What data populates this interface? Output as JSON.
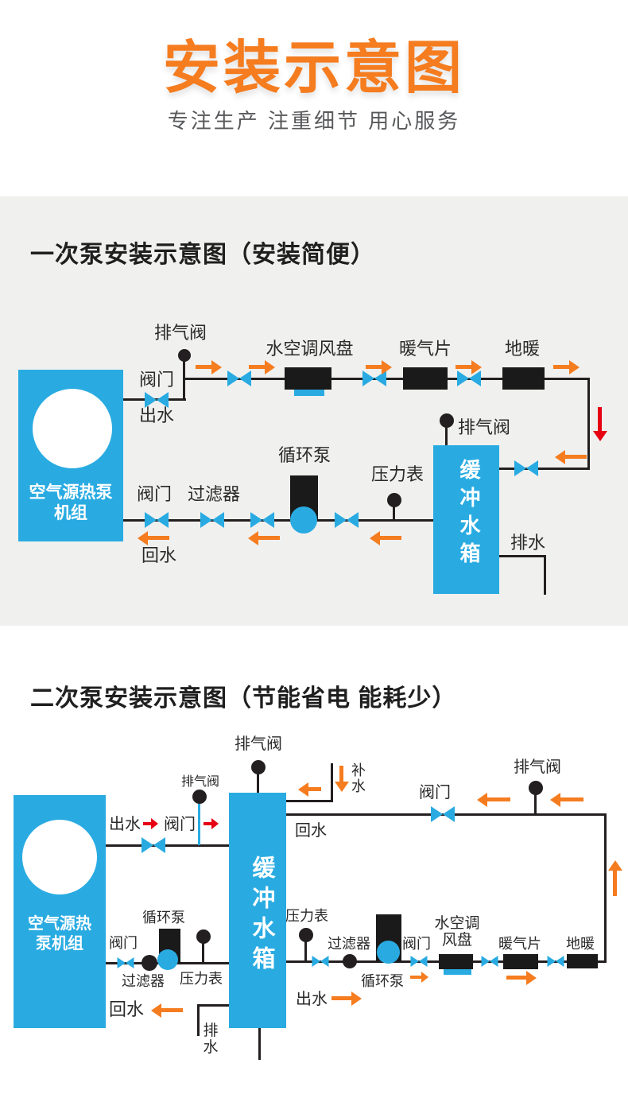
{
  "header": {
    "title": "安装示意图",
    "subtitle": "专注生产 注重细节 用心服务"
  },
  "palette": {
    "accent_orange": "#f57c1f",
    "device_blue": "#29abe2",
    "arrow_red": "#e60012",
    "pipe_black": "#231f20",
    "section_bg": "#f0f0ee"
  },
  "diagram1": {
    "title": "一次泵安装示意图（安装简便）",
    "unit": "空气源热泵机组",
    "tank": "缓冲水箱",
    "labels": {
      "vent": "排气阀",
      "valve": "阀门",
      "outlet": "出水",
      "fan_coil": "水空调风盘",
      "radiator": "暖气片",
      "floor_heating": "地暖",
      "pump": "循环泵",
      "filter": "过滤器",
      "pressure_gauge": "压力表",
      "return": "回水",
      "drain": "排水"
    }
  },
  "diagram2": {
    "title": "二次泵安装示意图（节能省电 能耗少）",
    "unit": "空气源热泵机组",
    "tank": "缓冲水箱",
    "labels": {
      "vent": "排气阀",
      "valve": "阀门",
      "outlet": "出水",
      "return": "回水",
      "makeup": "补水",
      "pump": "循环泵",
      "filter": "过滤器",
      "pressure_gauge": "压力表",
      "fan_coil": "水空调风盘",
      "radiator": "暖气片",
      "floor_heating": "地暖",
      "drain": "排水"
    }
  }
}
